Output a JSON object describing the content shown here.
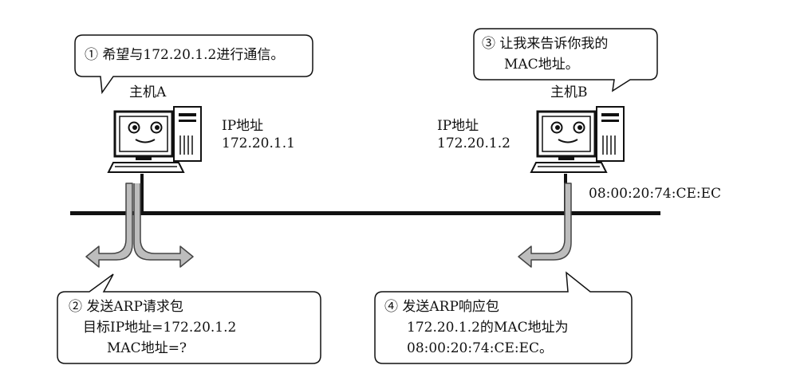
{
  "hostA": {
    "name": "主机A",
    "ip_label": "IP地址",
    "ip_value": "172.20.1.1"
  },
  "hostB": {
    "name": "主机B",
    "ip_label": "IP地址",
    "ip_value": "172.20.1.2",
    "mac": "08:00:20:74:CE:EC"
  },
  "bubbles": {
    "b1": {
      "line1": "① 希望与172.20.1.2进行通信。"
    },
    "b3": {
      "line1": "③ 让我来告诉你我的",
      "line2": "MAC地址。"
    },
    "b2": {
      "line1": "② 发送ARP请求包",
      "line2": "目标IP地址=172.20.1.2",
      "line3": "MAC地址=?"
    },
    "b4": {
      "line1": "④ 发送ARP响应包",
      "line2": "172.20.1.2的MAC地址为",
      "line3": "08:00:20:74:CE:EC。"
    }
  },
  "colors": {
    "line": "#111111",
    "arrow_fill": "#bdbdbd",
    "arrow_stroke": "#444444",
    "screen": "#ffffff"
  }
}
